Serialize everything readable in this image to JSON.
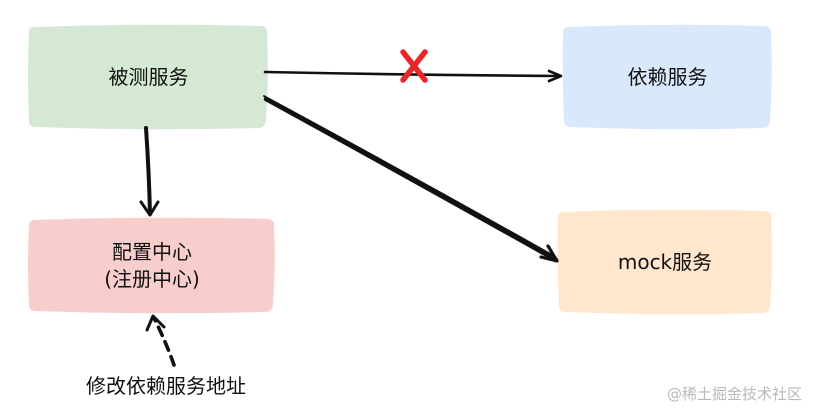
{
  "nodes": {
    "service_under_test": {
      "label": "被测服务",
      "color": "#d5e8d4"
    },
    "dependency_service": {
      "label": "依赖服务",
      "color": "#dae8fc"
    },
    "config_center": {
      "label": "配置中心",
      "sublabel": "(注册中心)",
      "color": "#f8cecc"
    },
    "mock_service": {
      "label": "mock服务",
      "color": "#ffe6cc"
    }
  },
  "edges": {
    "blocked_marker_color": "#e8272b"
  },
  "caption": "修改依赖服务地址",
  "watermark": "@稀土掘金技术社区"
}
